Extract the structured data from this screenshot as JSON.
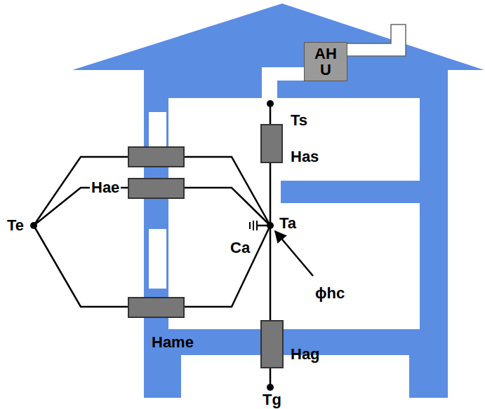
{
  "diagram": {
    "nodes": [
      {
        "text": [
          "AH U"
        ]
      }
    ],
    "labels": [
      "Ts",
      "Has",
      "Hae",
      "Te",
      "Ta",
      "Ca",
      "ϕhc",
      "Hame",
      "Hag",
      "Tg"
    ]
  }
}
